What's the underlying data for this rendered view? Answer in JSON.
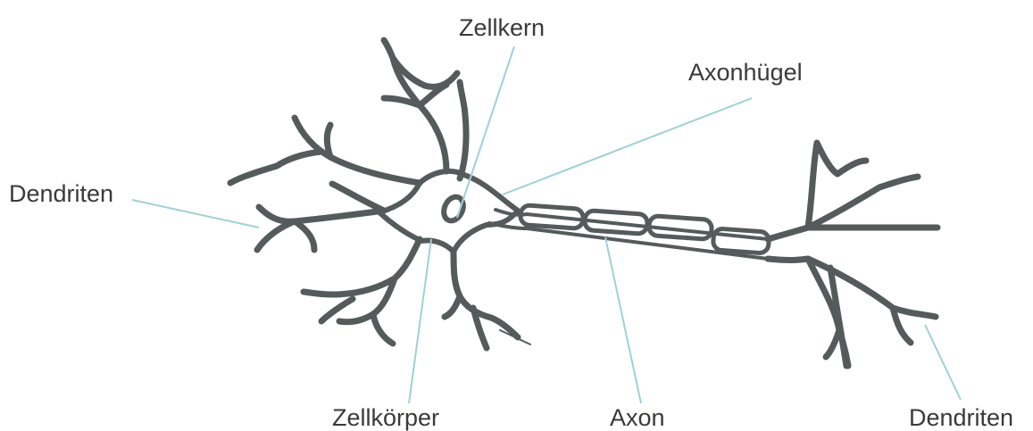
{
  "labels": {
    "zellkern": "Zellkern",
    "axonhuegel": "Axonhügel",
    "dendriten_left": "Dendriten",
    "zellkoerper": "Zellkörper",
    "axon": "Axon",
    "dendriten_right": "Dendriten"
  },
  "colors": {
    "neuron": "#555a5a",
    "leader": "#9fd2d4",
    "text": "#3a3a3a"
  }
}
